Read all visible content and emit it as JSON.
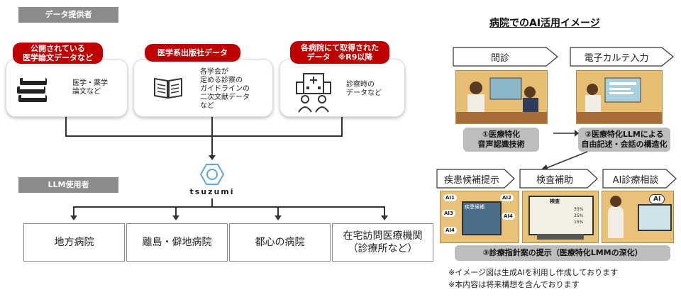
{
  "left": {
    "provider_header": "データ提供者",
    "cards": [
      {
        "label_line1": "公開されている",
        "label_line2": "医学論文データなど",
        "text_lines": [
          "医学・薬学",
          "論文など"
        ],
        "icon": "books-icon"
      },
      {
        "label_line1": "医学系出版社データ",
        "label_line2": "",
        "text_lines": [
          "各学会が",
          "定める診察の",
          "ガイドラインの",
          "二次文献データ",
          "など"
        ],
        "icon": "open-book-icon"
      },
      {
        "label_line1": "各病院にて取得された",
        "label_line2": "データ　※R9以降",
        "text_lines": [
          "診察時の",
          "データなど"
        ],
        "icon": "hospital-icon"
      }
    ],
    "logo_text": "tsuzumi",
    "user_header": "LLM使用者",
    "hospitals": [
      {
        "line1": "地方病院",
        "line2": ""
      },
      {
        "line1": "離島・僻地病院",
        "line2": ""
      },
      {
        "line1": "都心の病院",
        "line2": ""
      },
      {
        "line1": "在宅訪問医療機関",
        "line2": "（診療所など）"
      }
    ]
  },
  "right": {
    "title": "病院でのAI活用イメージ",
    "step_top_1": "問診",
    "step_top_2": "電子カルテ入力",
    "label_1_line1": "①医療特化",
    "label_1_line2": "音声認識技術",
    "label_2_line1": "②医療特化LLMによる",
    "label_2_line2": "自由記述・会話の構造化",
    "step_bottom": [
      "疾患候補提示",
      "検査補助",
      "AI診療相談"
    ],
    "screen_ai_labels": [
      "AI1",
      "AI2",
      "AI3",
      "AI4",
      "AI4"
    ],
    "screen_title_1": "疾患候補",
    "screen_title_2": "検査",
    "screen_pct": [
      "35%",
      "25%",
      "15%"
    ],
    "chat_ai": "AI",
    "label_3": "③診療指針案の提示（医療特化LMMの深化）",
    "notes": [
      "※イメージ図は生成AIを利用し作成しております",
      "※本内容は将来構想を含んでおります"
    ]
  }
}
